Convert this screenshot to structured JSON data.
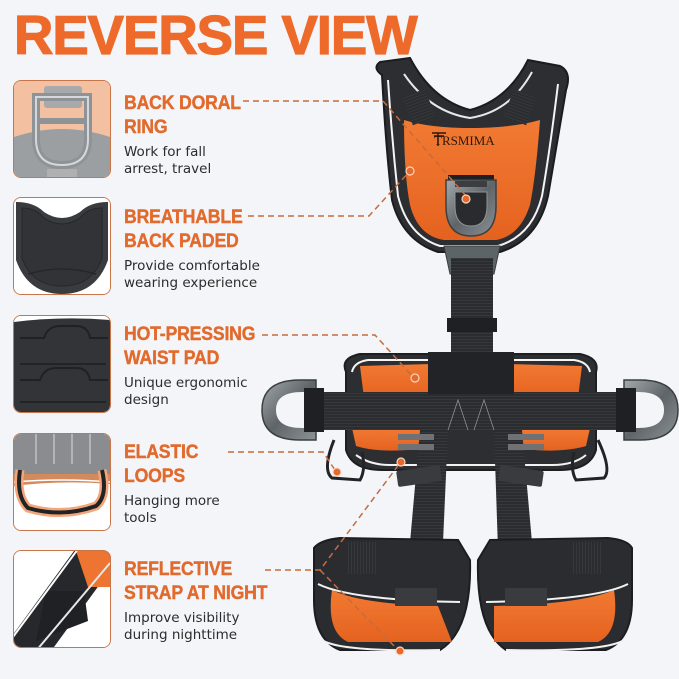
{
  "title": "REVERSE VIEW",
  "brand": {
    "logo_text": "TRSMIMA"
  },
  "colors": {
    "accent": "#e16a2c",
    "title": "#ee6a2a",
    "background": "#f4f5f9",
    "harness_orange": "#ef6f2b",
    "harness_black": "#2a2b2e",
    "metal": "#6f7679",
    "reflective": "#ffffff"
  },
  "features": [
    {
      "id": "back-doral-ring",
      "title_line1": "BACK DORAL",
      "title_line2": "RING",
      "desc_line1": "Work for fall",
      "desc_line2": "arrest, travel",
      "thumbnail_icon": "d-ring-icon"
    },
    {
      "id": "breathable-back-pad",
      "title_line1": "BREATHABLE",
      "title_line2": "BACK PADED",
      "desc_line1": "Provide comfortable",
      "desc_line2": "wearing experience",
      "thumbnail_icon": "mesh-back-pad-icon"
    },
    {
      "id": "hot-pressing-waist-pad",
      "title_line1": "HOT-PRESSING",
      "title_line2": "WAIST PAD",
      "desc_line1": "Unique ergonomic",
      "desc_line2": "design",
      "thumbnail_icon": "waist-pad-icon"
    },
    {
      "id": "elastic-loops",
      "title_line1": "ELASTIC",
      "title_line2": "LOOPS",
      "desc_line1": "Hanging more",
      "desc_line2": "tools",
      "thumbnail_icon": "elastic-loop-icon"
    },
    {
      "id": "reflective-strap",
      "title_line1": "REFLECTIVE",
      "title_line2": "STRAP AT NIGHT",
      "desc_line1": "Improve visibility",
      "desc_line2": "during nighttime",
      "thumbnail_icon": "reflective-strap-icon"
    }
  ]
}
